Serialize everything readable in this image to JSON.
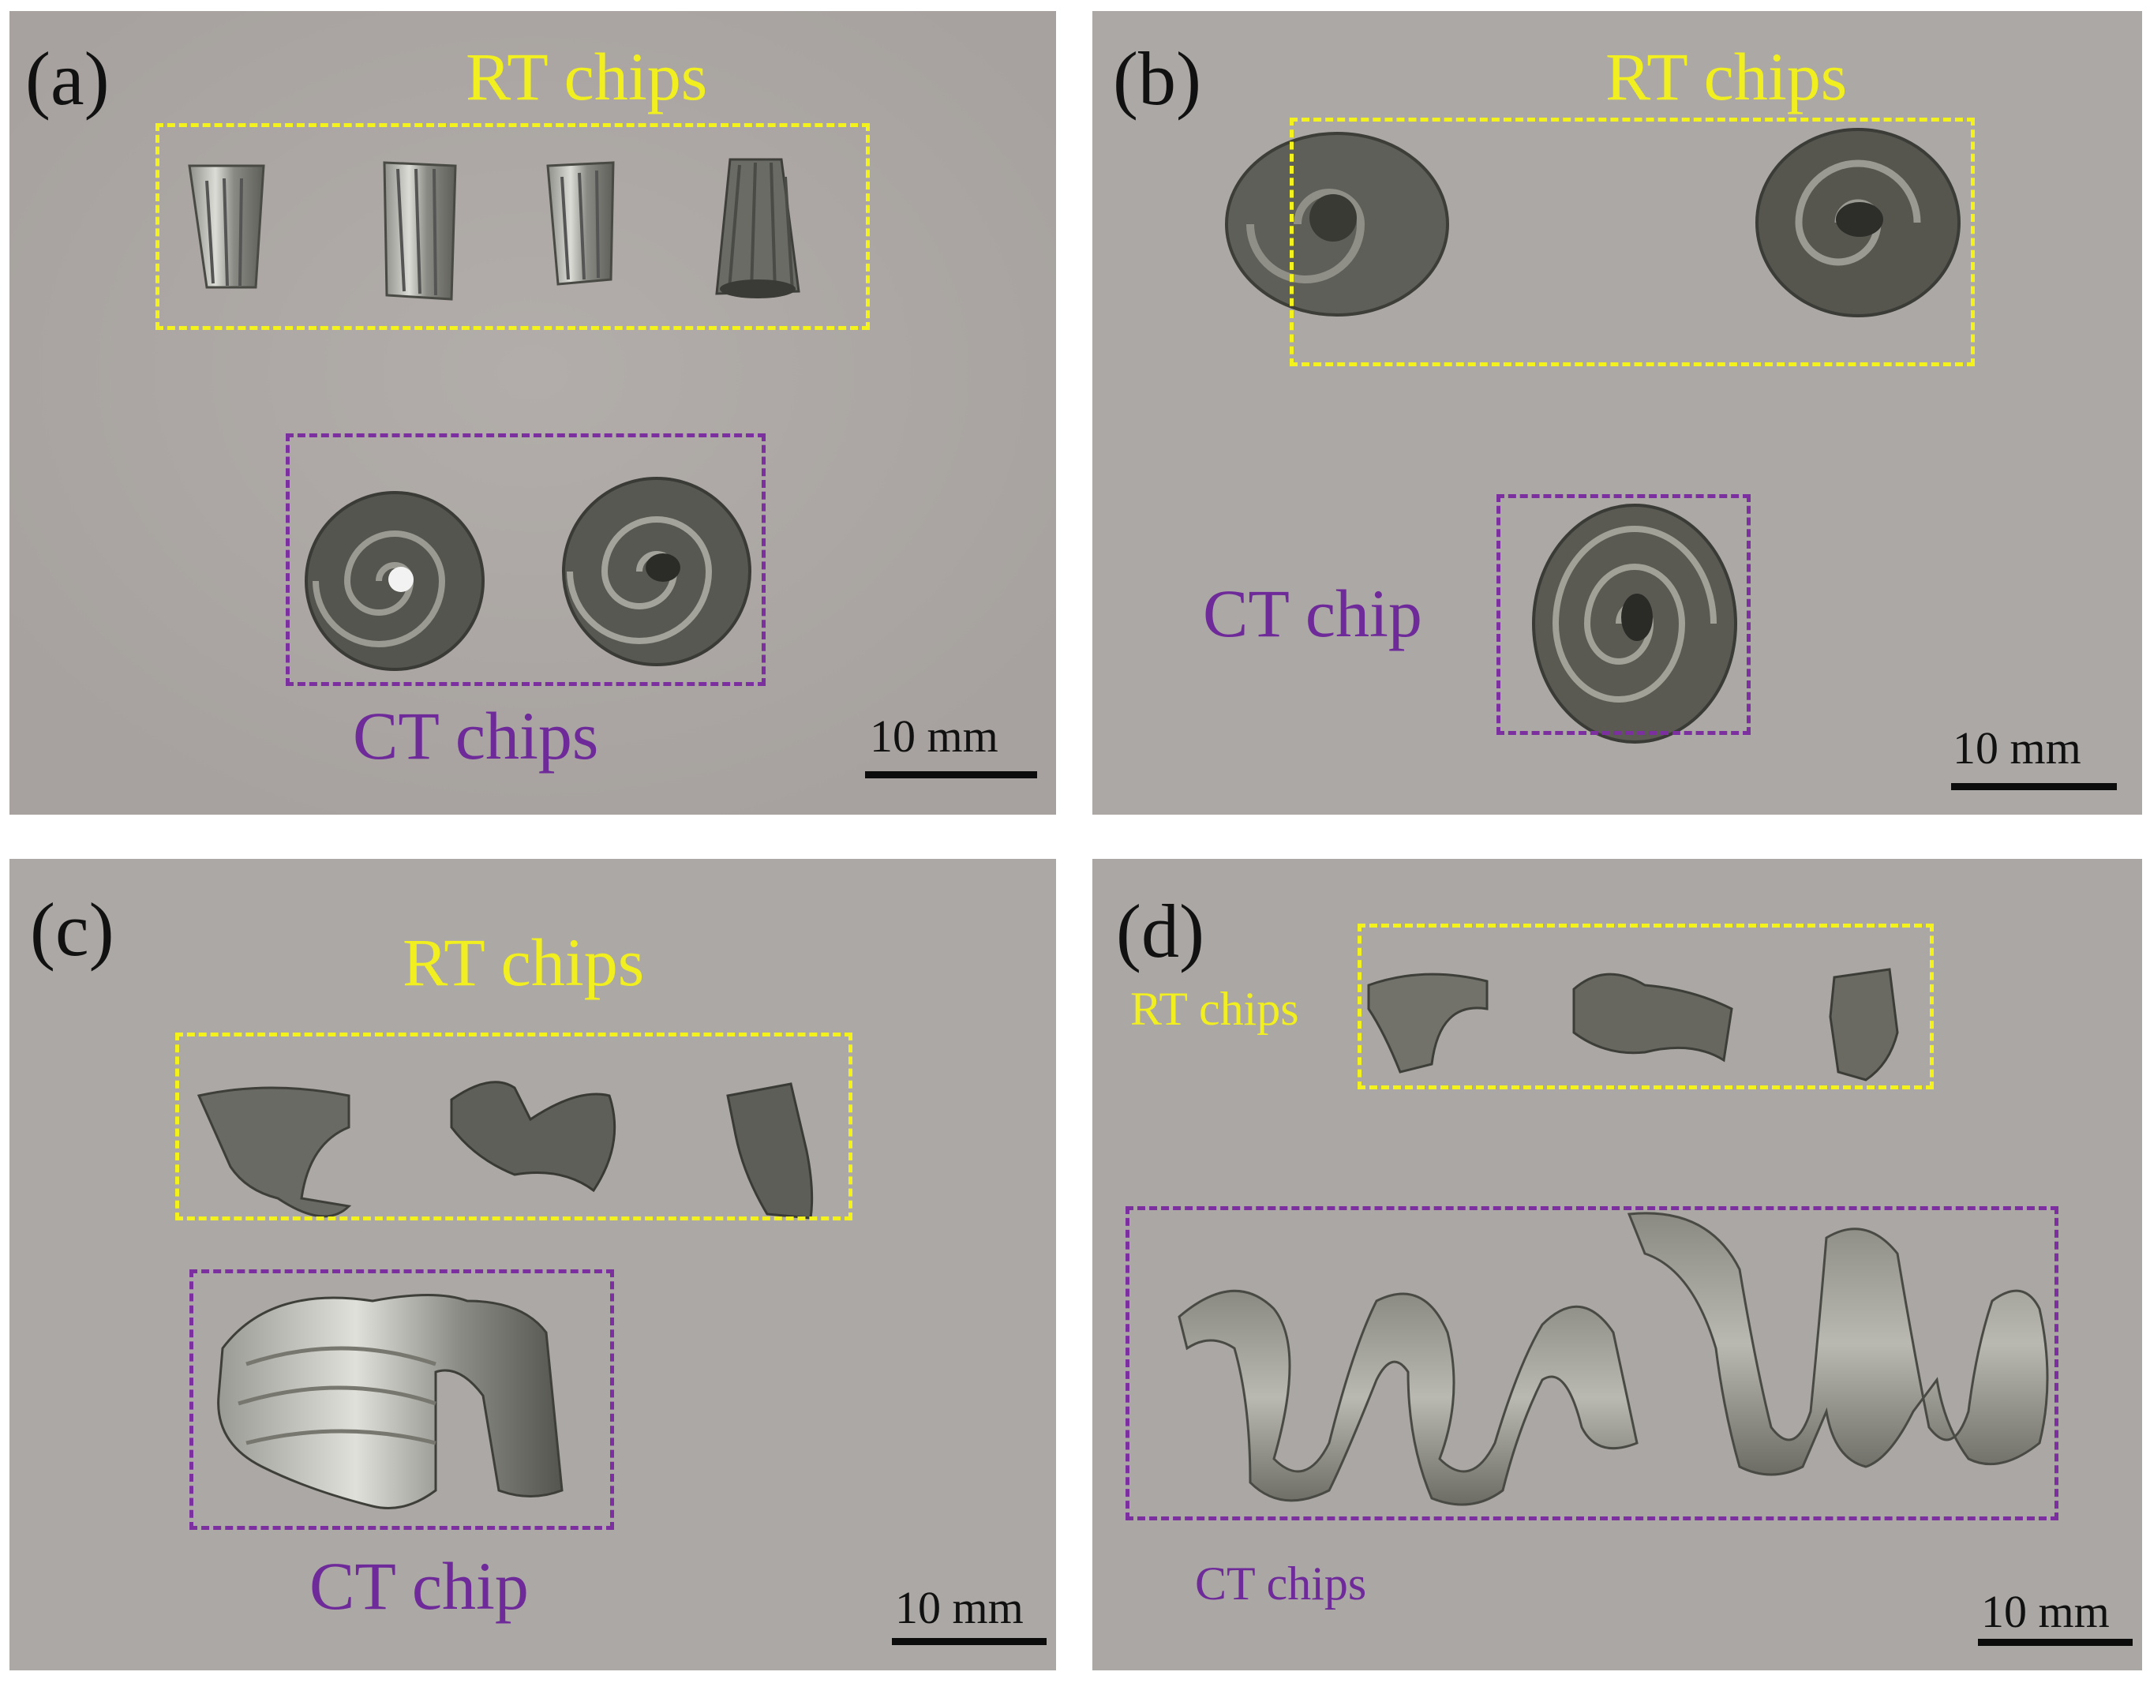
{
  "figure": {
    "panels": [
      {
        "id": "a",
        "label": "(a)",
        "rt_label": "RT chips",
        "ct_label": "CT chips",
        "scale": "10 mm",
        "rt_chip_count": 4,
        "ct_chip_count": 2
      },
      {
        "id": "b",
        "label": "(b)",
        "rt_label": "RT chips",
        "ct_label": "CT chip",
        "scale": "10 mm",
        "rt_chip_count": 2,
        "ct_chip_count": 1
      },
      {
        "id": "c",
        "label": "(c)",
        "rt_label": "RT chips",
        "ct_label": "CT chip",
        "scale": "10 mm",
        "rt_chip_count": 3,
        "ct_chip_count": 1
      },
      {
        "id": "d",
        "label": "(d)",
        "rt_label": "RT chips",
        "ct_label": "CT chips",
        "scale": "10 mm",
        "rt_chip_count": 3,
        "ct_chip_count": 2
      }
    ],
    "colors": {
      "background": "#aca7a4",
      "rt_box": "#f3f21c",
      "ct_box": "#7c2f9e",
      "chip_metal": "#6e6e68"
    }
  }
}
